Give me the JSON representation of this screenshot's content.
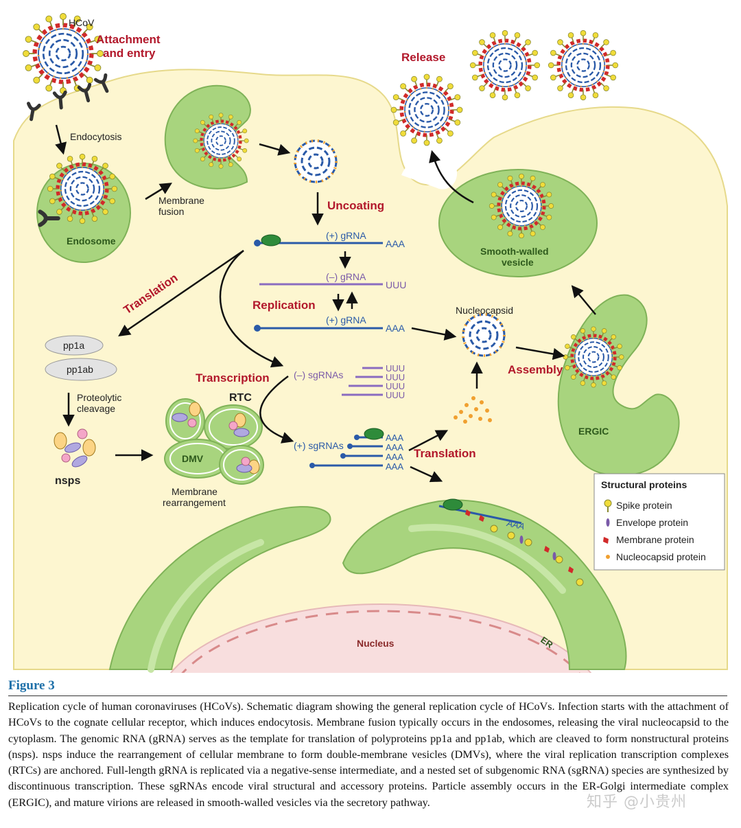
{
  "labels": {
    "hcov": "HCoV",
    "attachment": "Attachment",
    "entry": "and entry",
    "endocytosis": "Endocytosis",
    "endosome": "Endosome",
    "membrane_fusion_1": "Membrane",
    "membrane_fusion_2": "fusion",
    "uncoating": "Uncoating",
    "release": "Release",
    "plus_grna": "(+) gRNA",
    "minus_grna": "(–) gRNA",
    "plus_grna_2": "(+) gRNA",
    "aaa": "AAA",
    "uuu": "UUU",
    "replication": "Replication",
    "translation_1": "Translation",
    "translation_2": "Translation",
    "pp1a": "pp1a",
    "pp1ab": "pp1ab",
    "proteolytic_1": "Proteolytic",
    "proteolytic_2": "cleavage",
    "nsps": "nsps",
    "transcription": "Transcription",
    "rtc": "RTC",
    "dmv": "DMV",
    "membrane_rearr_1": "Membrane",
    "membrane_rearr_2": "rearrangement",
    "minus_sgrnas": "(–) sgRNAs",
    "plus_sgrnas": "(+) sgRNAs",
    "nucleocapsid": "Nucleocapsid",
    "assembly": "Assembly",
    "smooth_walled_1": "Smooth-walled",
    "smooth_walled_2": "vesicle",
    "ergic": "ERGIC",
    "nucleus": "Nucleus",
    "er": "ER"
  },
  "legend": {
    "title": "Structural proteins",
    "items": [
      "Spike protein",
      "Envelope protein",
      "Membrane protein",
      "Nucleocapsid protein"
    ]
  },
  "colors": {
    "cytoplasm": "#fdf6d0",
    "membrane_green": "#a8d47e",
    "label_red": "#b2182b",
    "rna_blue": "#2a5aa8",
    "rna_purple": "#8a6cc0",
    "spike_yellow": "#f0dc3a",
    "membrane_red": "#d12a2a",
    "nucleocapsid_orange": "#f0a030",
    "caption_blue": "#1d6fa8"
  },
  "caption": {
    "title": "Figure 3",
    "text": "Replication cycle of human coronaviruses (HCoVs). Schematic diagram showing the general replication cycle of HCoVs. Infection starts with the attachment of HCoVs to the cognate cellular receptor, which induces endocytosis. Membrane fusion typically occurs in the endosomes, releasing the viral nucleocapsid to the cytoplasm. The genomic RNA (gRNA) serves as the template for translation of polyproteins pp1a and pp1ab, which are cleaved to form nonstructural proteins (nsps). nsps induce the rearrangement of cellular membrane to form double-membrane vesicles (DMVs), where the viral replication transcription complexes (RTCs) are anchored. Full-length gRNA is replicated via a negative-sense intermediate, and a nested set of subgenomic RNA (sgRNA) species are synthesized by discontinuous transcription. These sgRNAs encode viral structural and accessory proteins. Particle assembly occurs in the ER-Golgi intermediate complex (ERGIC), and mature virions are released in smooth-walled vesicles via the secretory pathway."
  },
  "watermark": "知乎 @小贵州"
}
